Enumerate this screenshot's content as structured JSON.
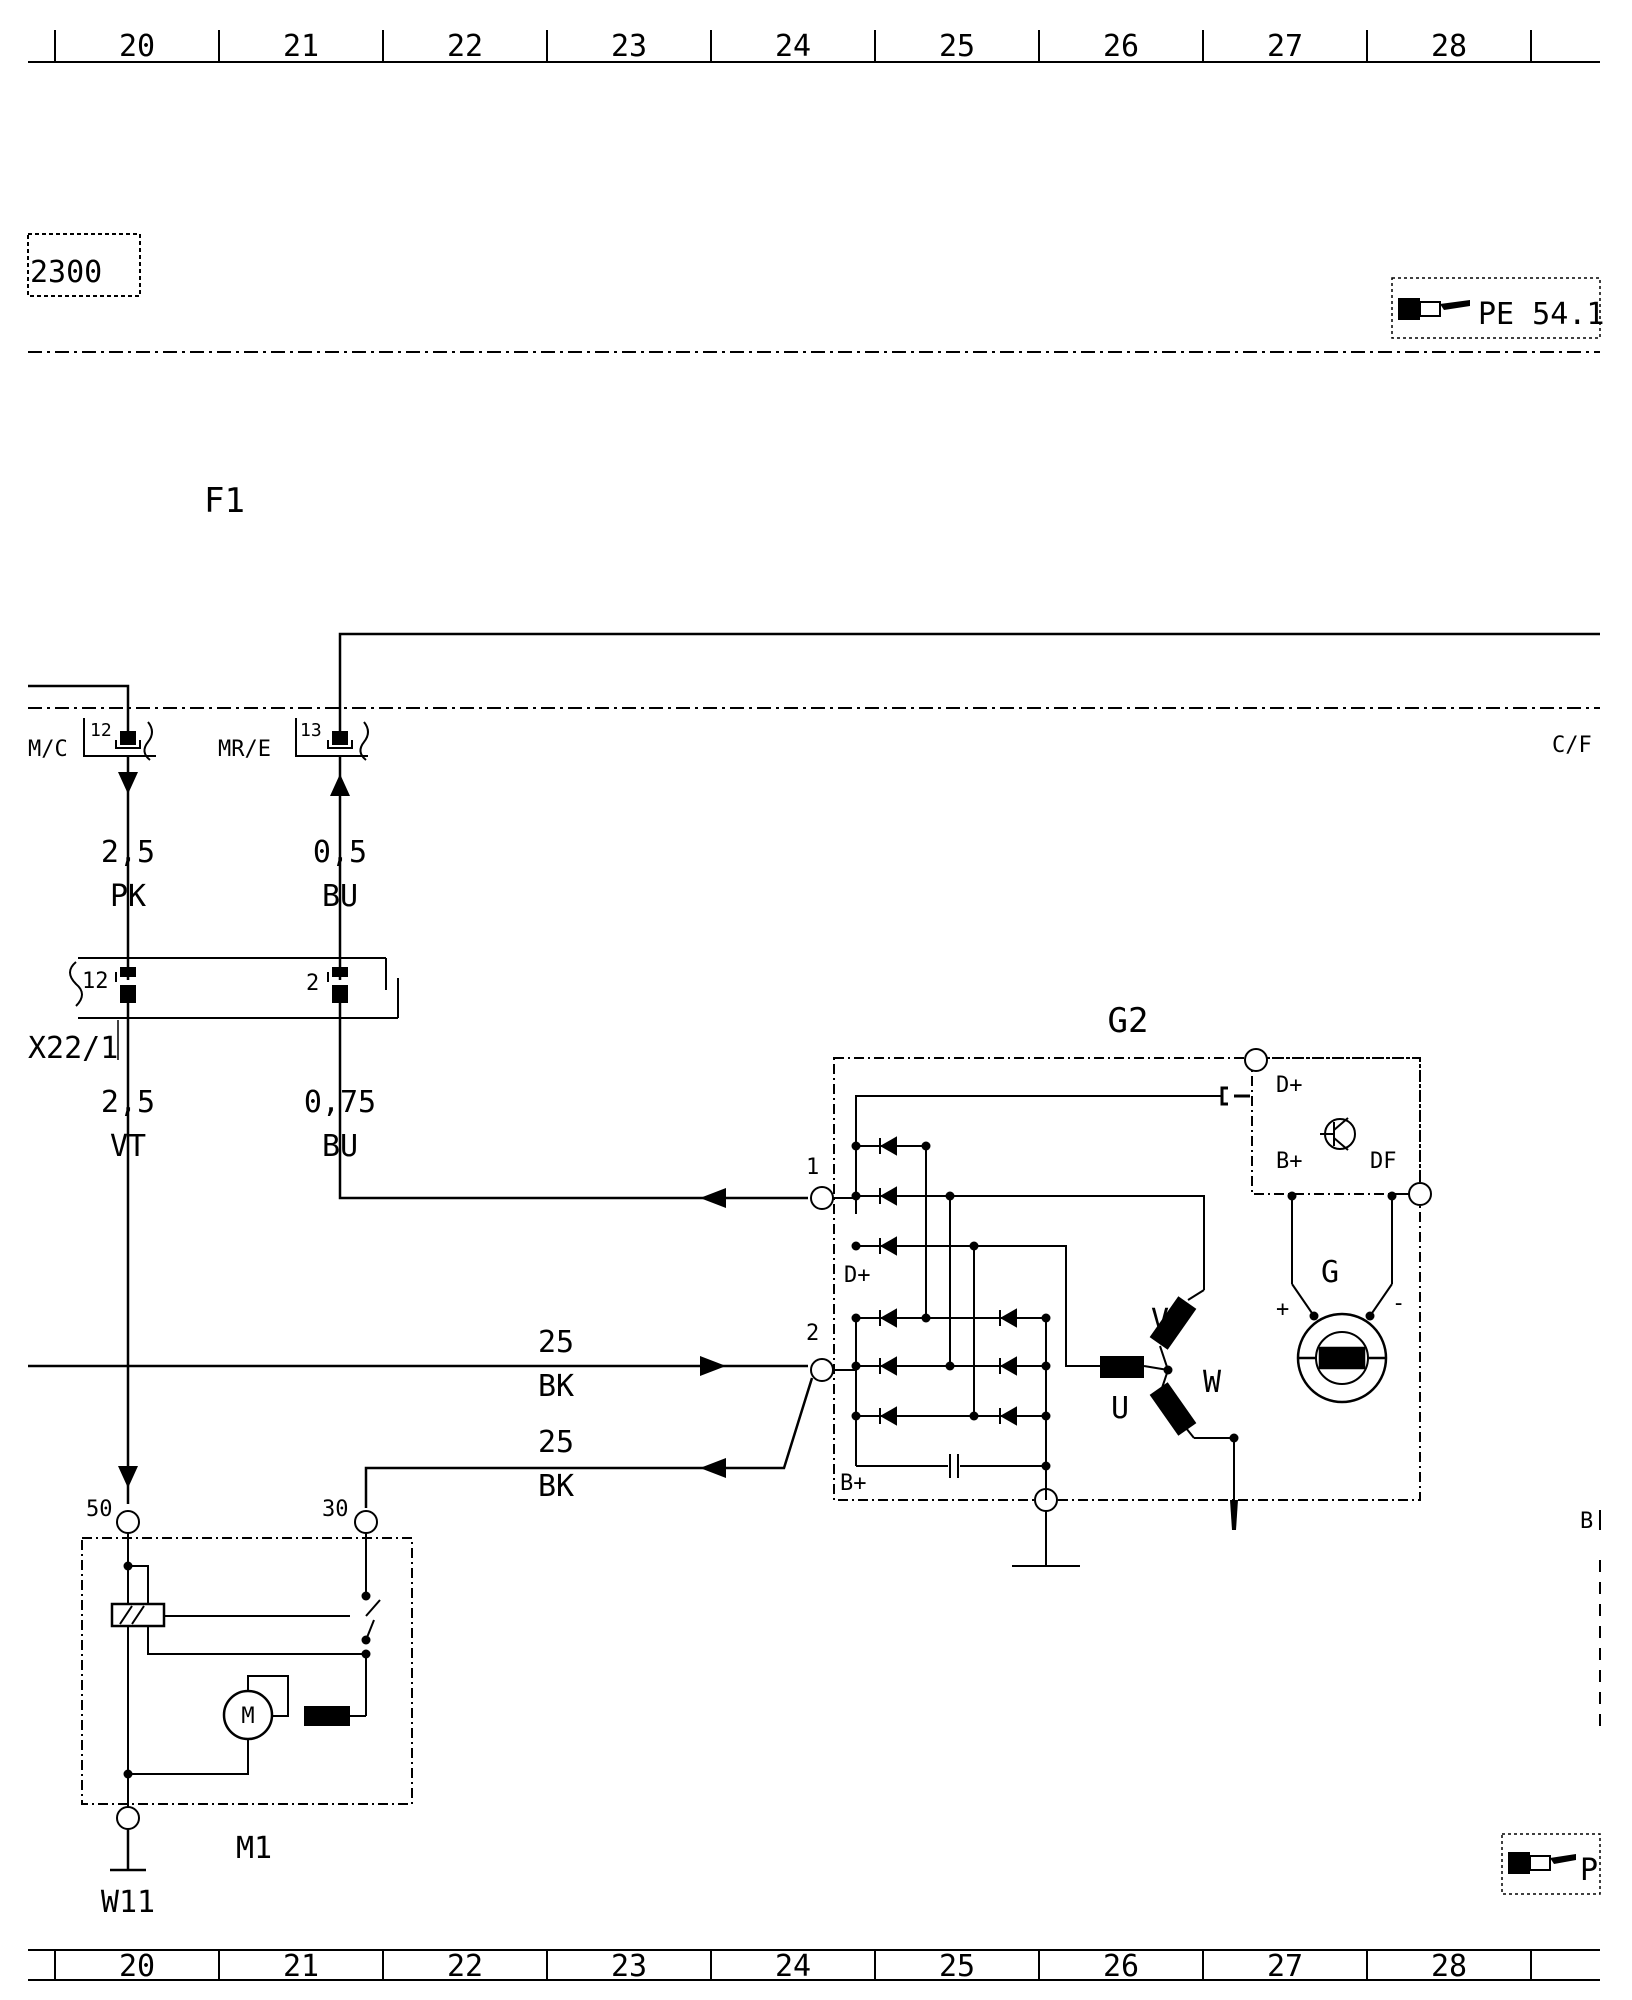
{
  "ruler": {
    "columns": [
      "20",
      "21",
      "22",
      "23",
      "24",
      "25",
      "26",
      "27",
      "28"
    ]
  },
  "header": {
    "ref_box": "2300",
    "page_ref_top": "PE 54.1",
    "page_ref_bottom": "P"
  },
  "fuse_label": "F1",
  "section_labels": {
    "left": "M/C",
    "middle": "MR/E",
    "right": "C/F",
    "bottom_right": "B"
  },
  "connectors": {
    "top_pin_a": "12",
    "top_pin_b": "13",
    "x22_pin_a": "12",
    "x22_pin_b": "2",
    "x22_name": "X22/1"
  },
  "wires": {
    "w1_gauge": "2,5",
    "w1_color": "PK",
    "w2_gauge": "0,5",
    "w2_color": "BU",
    "w3_gauge": "2,5",
    "w3_color": "VT",
    "w4_gauge": "0,75",
    "w4_color": "BU",
    "w5_gauge": "25",
    "w5_color": "BK",
    "w6_gauge": "25",
    "w6_color": "BK"
  },
  "alternator": {
    "name": "G2",
    "term_1": "1",
    "term_2": "2",
    "d_plus": "D+",
    "d_plus_2": "D+",
    "b_plus": "B+",
    "b_plus_2": "B+",
    "df": "DF",
    "phase_u": "U",
    "phase_v": "V",
    "phase_w": "W",
    "gen": "G",
    "plus": "+",
    "minus": "-"
  },
  "starter": {
    "name": "M1",
    "term_50": "50",
    "term_30": "30",
    "motor": "M"
  },
  "ground": "W11",
  "colors": {
    "ink": "#000000",
    "paper": "#ffffff"
  }
}
